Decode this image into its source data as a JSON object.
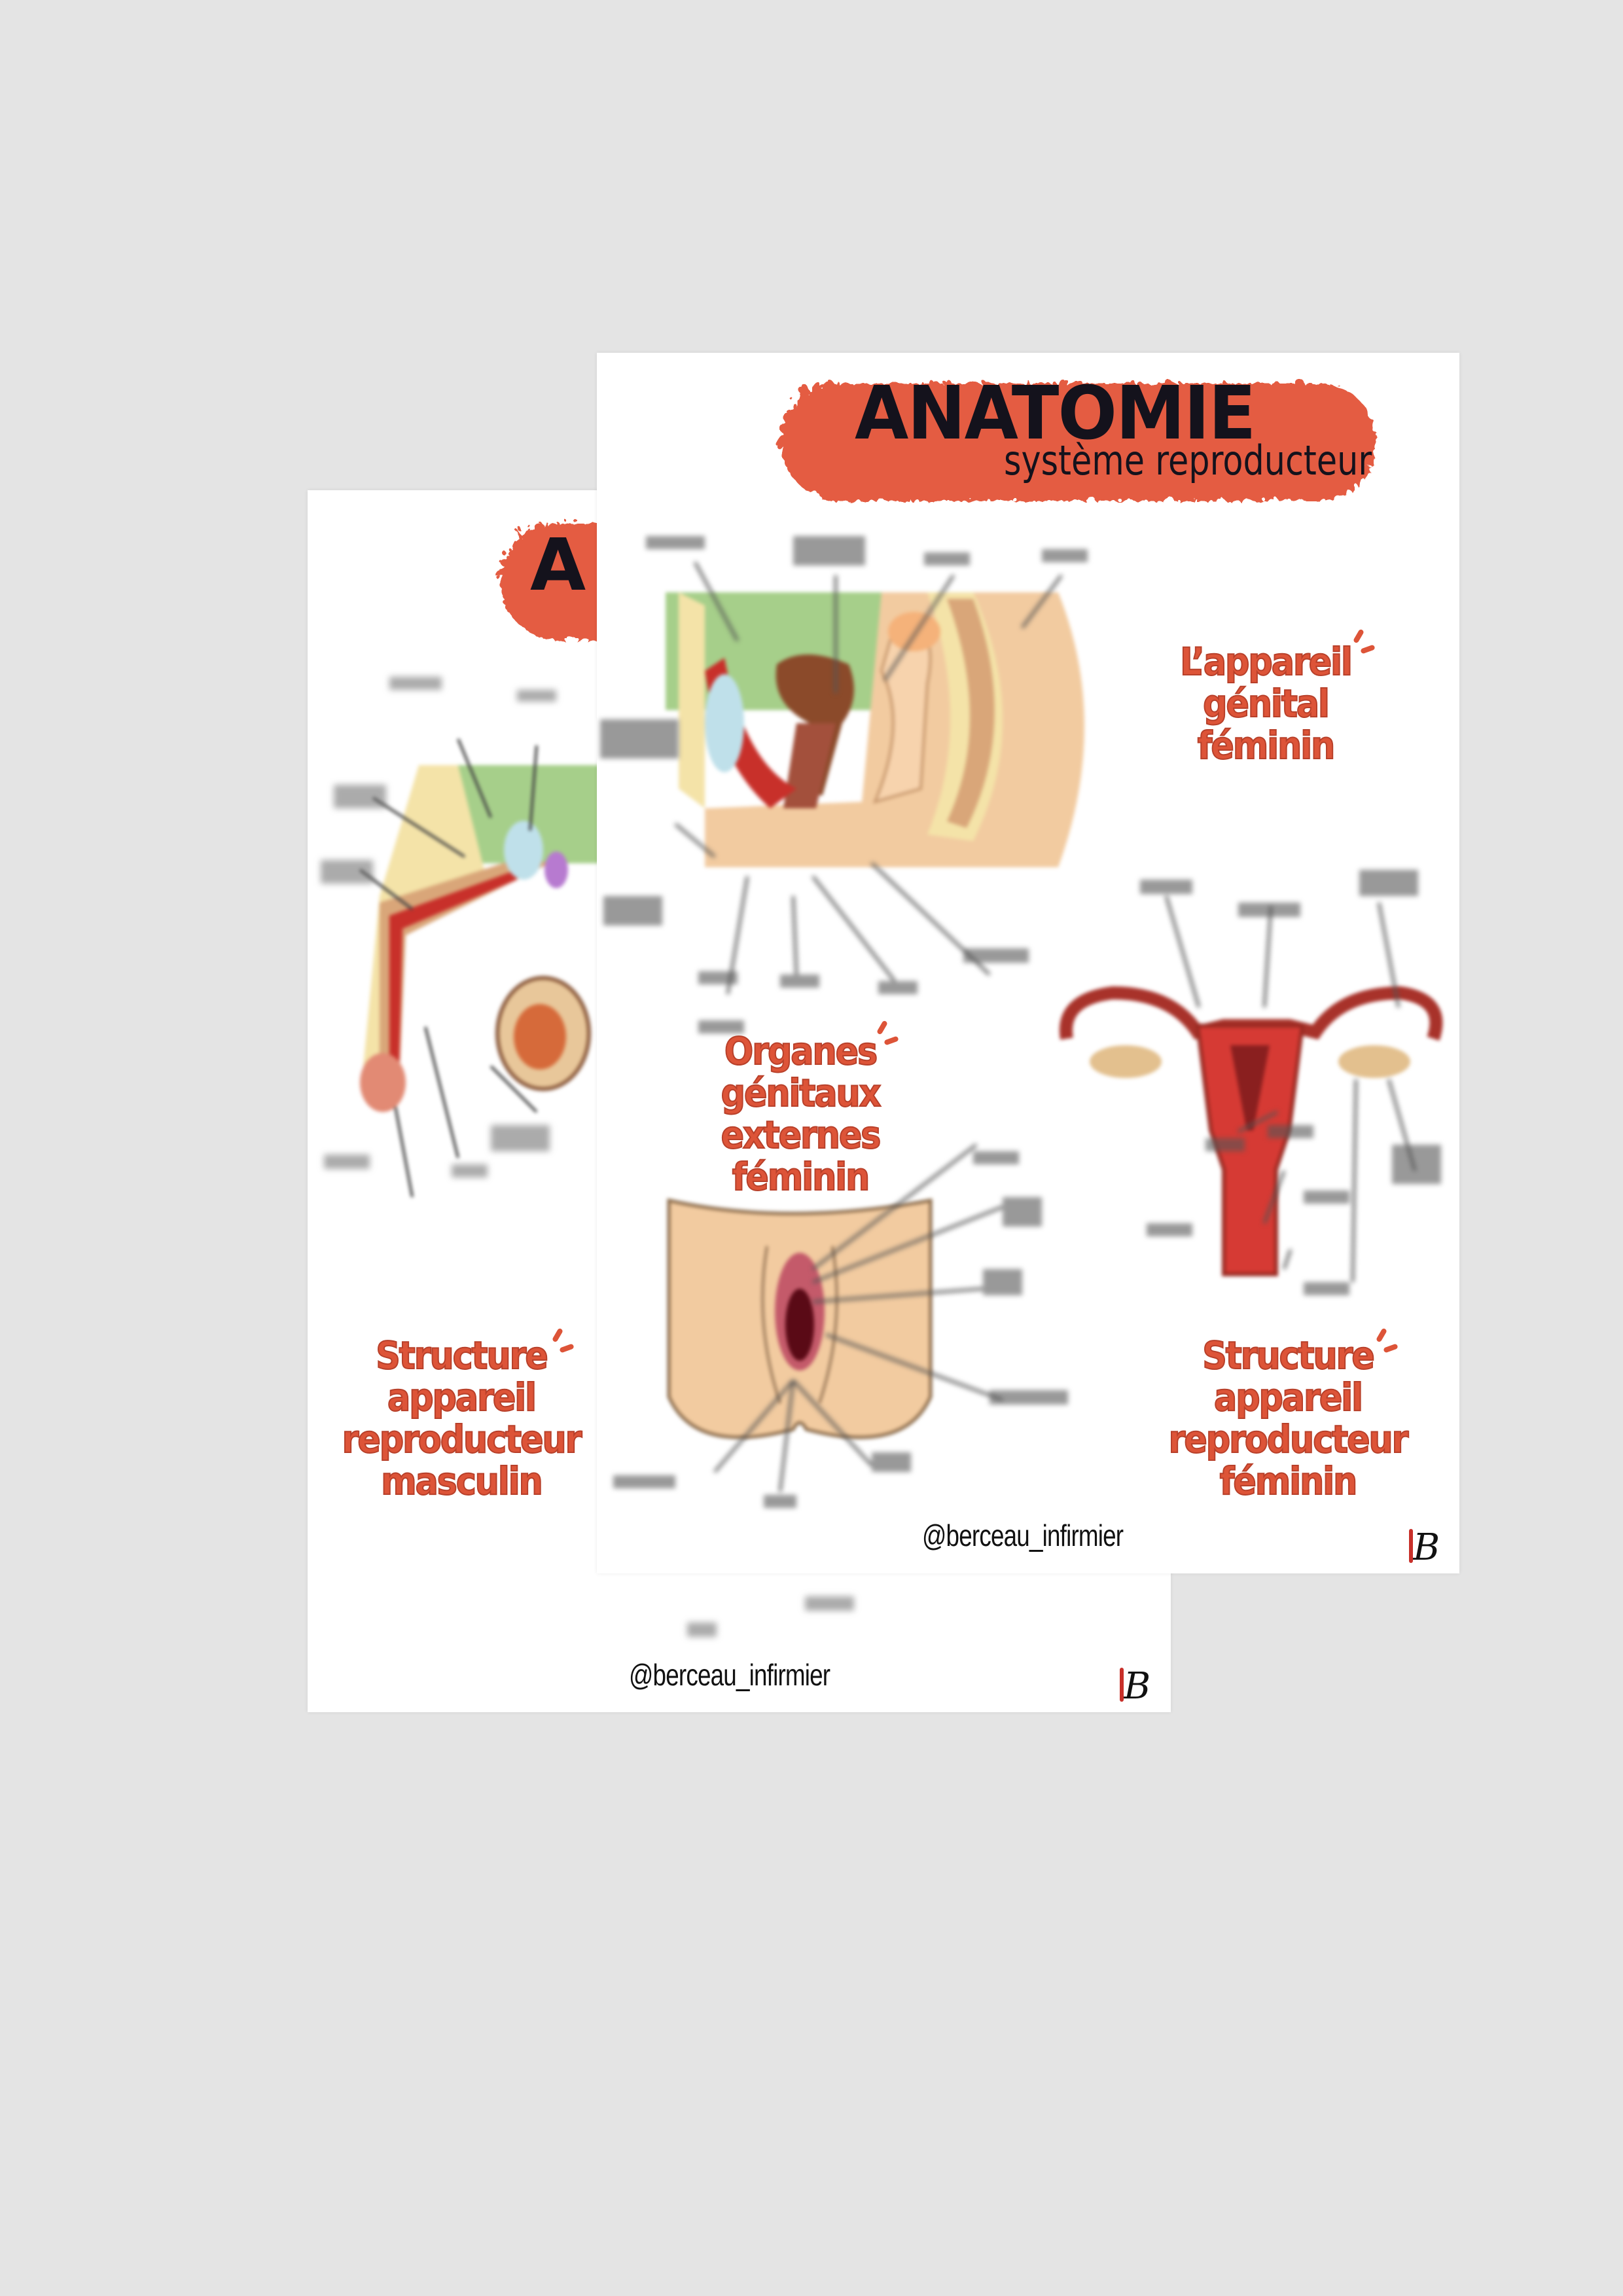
{
  "back_page": {
    "banner_letter": "A",
    "heading_lines": [
      "Structure",
      "appareil",
      "reproducteur",
      "masculin"
    ],
    "handle": "@berceau_infirmier",
    "logo_text": "B"
  },
  "front_page": {
    "title": "ANATOMIE",
    "subtitle": "système reproducteur",
    "section_internal": [
      "L’appareil",
      "génital",
      "féminin"
    ],
    "section_external": [
      "Organes",
      "génitaux externes",
      "féminin"
    ],
    "section_structure": [
      "Structure",
      "appareil",
      "reproducteur",
      "féminin"
    ],
    "handle": "@berceau_infirmier",
    "logo_text": "B"
  },
  "colors": {
    "accent": "#dd5438",
    "banner": "#e45c42",
    "title_text": "#14121c",
    "background": "#e4e4e4",
    "skin": "#f2cba0",
    "organ_red": "#c8302a",
    "pelvis_green": "#a6cf8a"
  }
}
